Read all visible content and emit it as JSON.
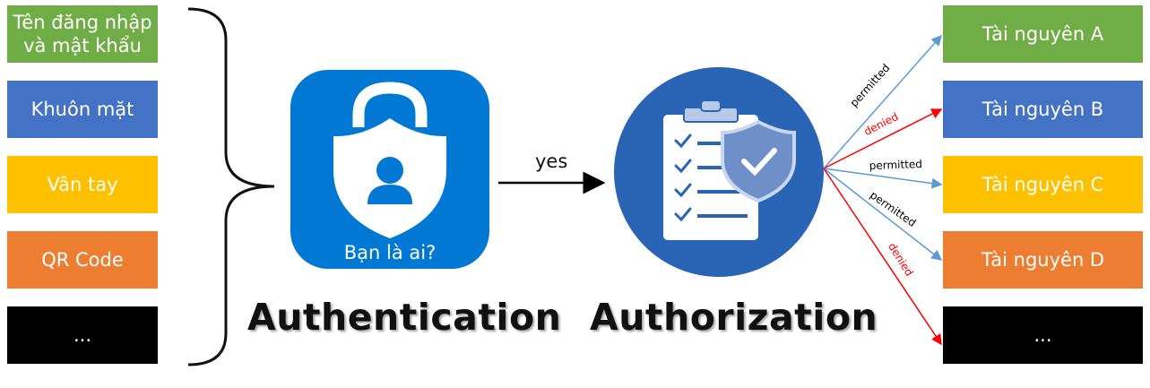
{
  "identity_methods": [
    {
      "label": "Tên đăng nhập\nvà mật khẩu",
      "color": "#70ad47"
    },
    {
      "label": "Khuôn mặt",
      "color": "#4472c4"
    },
    {
      "label": "Vân tay",
      "color": "#ffc000"
    },
    {
      "label": "QR Code",
      "color": "#ed7d31"
    },
    {
      "label": "...",
      "color": "#000000"
    }
  ],
  "authentication": {
    "icon": "lock-shield-user-icon",
    "caption": "Bạn là ai?",
    "title": "Authentication",
    "color": "#0078d4"
  },
  "flow_label": "yes",
  "authorization": {
    "icon": "clipboard-checklist-shield-icon",
    "title": "Authorization",
    "color": "#2a64b5"
  },
  "resources": [
    {
      "label": "Tài nguyên A",
      "color": "#70ad47"
    },
    {
      "label": "Tài nguyên B",
      "color": "#4472c4"
    },
    {
      "label": "Tài nguyên C",
      "color": "#ffc000"
    },
    {
      "label": "Tài nguyên D",
      "color": "#ed7d31"
    },
    {
      "label": "...",
      "color": "#000000"
    }
  ],
  "access_edges": [
    {
      "target": "Tài nguyên A",
      "label": "permitted",
      "color": "#5b9bd5"
    },
    {
      "target": "Tài nguyên B",
      "label": "denied",
      "color": "#ff0000"
    },
    {
      "target": "Tài nguyên C",
      "label": "permitted",
      "color": "#5b9bd5"
    },
    {
      "target": "Tài nguyên D",
      "label": "permitted",
      "color": "#5b9bd5"
    },
    {
      "target": "...",
      "label": "denied",
      "color": "#ff0000"
    }
  ]
}
